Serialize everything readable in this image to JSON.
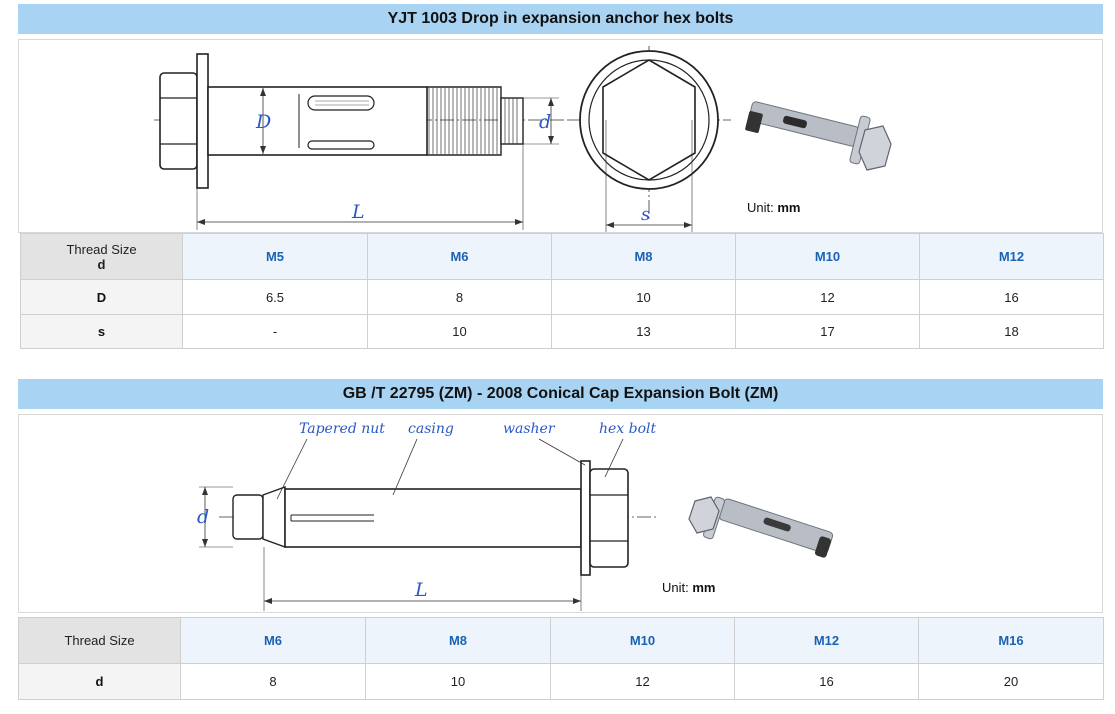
{
  "section1": {
    "title": "YJT 1003 Drop in expansion anchor hex bolts",
    "unit_label": "Unit:",
    "unit_value": "mm",
    "dim_labels": {
      "D": "D",
      "d": "d",
      "L": "L",
      "s": "s"
    },
    "table": {
      "corner_line1": "Thread Size",
      "corner_line2": "d",
      "columns": [
        "M5",
        "M6",
        "M8",
        "M10",
        "M12"
      ],
      "rows": [
        {
          "label": "D",
          "values": [
            "6.5",
            "8",
            "10",
            "12",
            "16"
          ]
        },
        {
          "label": "s",
          "values": [
            "-",
            "10",
            "13",
            "17",
            "18"
          ]
        }
      ]
    }
  },
  "section2": {
    "title": "GB /T 22795 (ZM) - 2008 Conical Cap Expansion Bolt (ZM)",
    "unit_label": "Unit:",
    "unit_value": "mm",
    "callouts": {
      "tapered_nut": "Tapered nut",
      "casing": "casing",
      "washer": "washer",
      "hex_bolt": "hex bolt"
    },
    "dim_labels": {
      "d": "d",
      "L": "L"
    },
    "table": {
      "corner": "Thread Size",
      "columns": [
        "M6",
        "M8",
        "M10",
        "M12",
        "M16"
      ],
      "rows": [
        {
          "label": "d",
          "values": [
            "8",
            "10",
            "12",
            "16",
            "20"
          ]
        }
      ]
    }
  },
  "colors": {
    "title_bar": "#a9d3f3",
    "header_text": "#1a63b3",
    "dimension_label": "#2a58c9"
  }
}
